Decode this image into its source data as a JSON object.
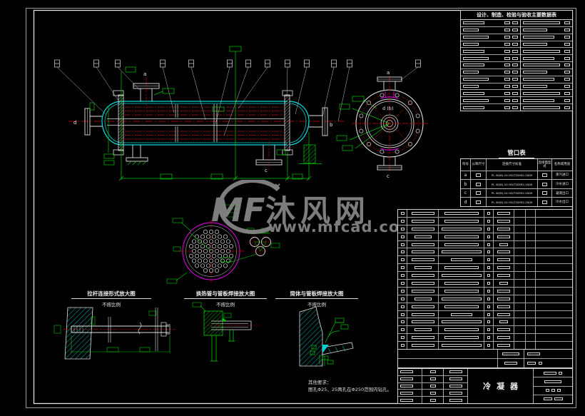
{
  "watermark": {
    "logo": "MF",
    "site": "沐风网",
    "url": "www.mfcad.com"
  },
  "drawing": {
    "labels": {
      "nozzle_a": "a",
      "nozzle_b": "b",
      "nozzle_c": "c",
      "nozzle_d": "d",
      "end_top": "a",
      "end_bottom": "c",
      "end_center": "d (b)"
    }
  },
  "details": {
    "tie_rod": {
      "title": "拉杆连接形式放大图",
      "scale_note": "不按比例"
    },
    "tube_weld": {
      "title": "换热管与管板焊接放大图",
      "scale_note": "不按比例"
    },
    "shell_weld": {
      "title": "筒体与管板焊接放大图",
      "scale_note": "不按比例"
    }
  },
  "notes": {
    "heading": "其他要求：",
    "line": "图孔Φ25、25两孔在Φ250范围内钻孔。"
  },
  "top_table": {
    "title": "设计、制造、检验与验收主要数据表"
  },
  "nozzle_table": {
    "title": "管口表",
    "headers": [
      "符号",
      "公称尺寸",
      "连接尺寸标准",
      "连接面型式",
      "名称或用途"
    ],
    "rows": [
      {
        "symbol": "a",
        "standard": "PL 40(B)-10 HG/T20592-2009",
        "name": "蒸汽进口"
      },
      {
        "symbol": "b",
        "standard": "PL 40(B)-10 HG/T20592-2009",
        "name": "冷水进口"
      },
      {
        "symbol": "c",
        "standard": "PL 40(B)-10 HG/T20592-2009",
        "name": "凝液出口"
      },
      {
        "symbol": "d",
        "standard": "PL 40(B)-10 HG/T20592-2009",
        "name": "冷水出口"
      }
    ]
  },
  "title_block": {
    "drawing_title": "冷凝器"
  }
}
